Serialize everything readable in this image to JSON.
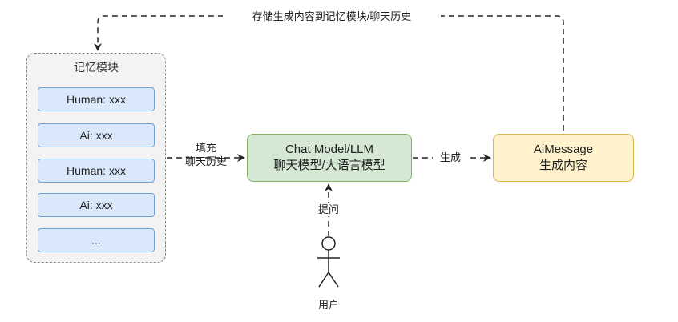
{
  "memory": {
    "title": "记忆模块",
    "items": [
      {
        "label": "Human: xxx"
      },
      {
        "label": "Ai: xxx"
      },
      {
        "label": "Human: xxx"
      },
      {
        "label": "Ai: xxx"
      },
      {
        "label": "..."
      }
    ]
  },
  "llm": {
    "line1": "Chat Model/LLM",
    "line2": "聊天模型/大语言模型"
  },
  "ai_message": {
    "line1": "AiMessage",
    "line2": "生成内容"
  },
  "edges": {
    "fill_line1": "填充",
    "fill_line2": "聊天历史",
    "generate": "生成",
    "ask": "提问",
    "store": "存储生成内容到记忆模块/聊天历史"
  },
  "user": {
    "label": "用户"
  },
  "colors": {
    "memory_item_fill": "#dae8fc",
    "memory_item_stroke": "#6f9fd8",
    "llm_fill": "#d5e8d4",
    "llm_stroke": "#82b366",
    "message_fill": "#fff2cc",
    "message_stroke": "#d6b656"
  }
}
